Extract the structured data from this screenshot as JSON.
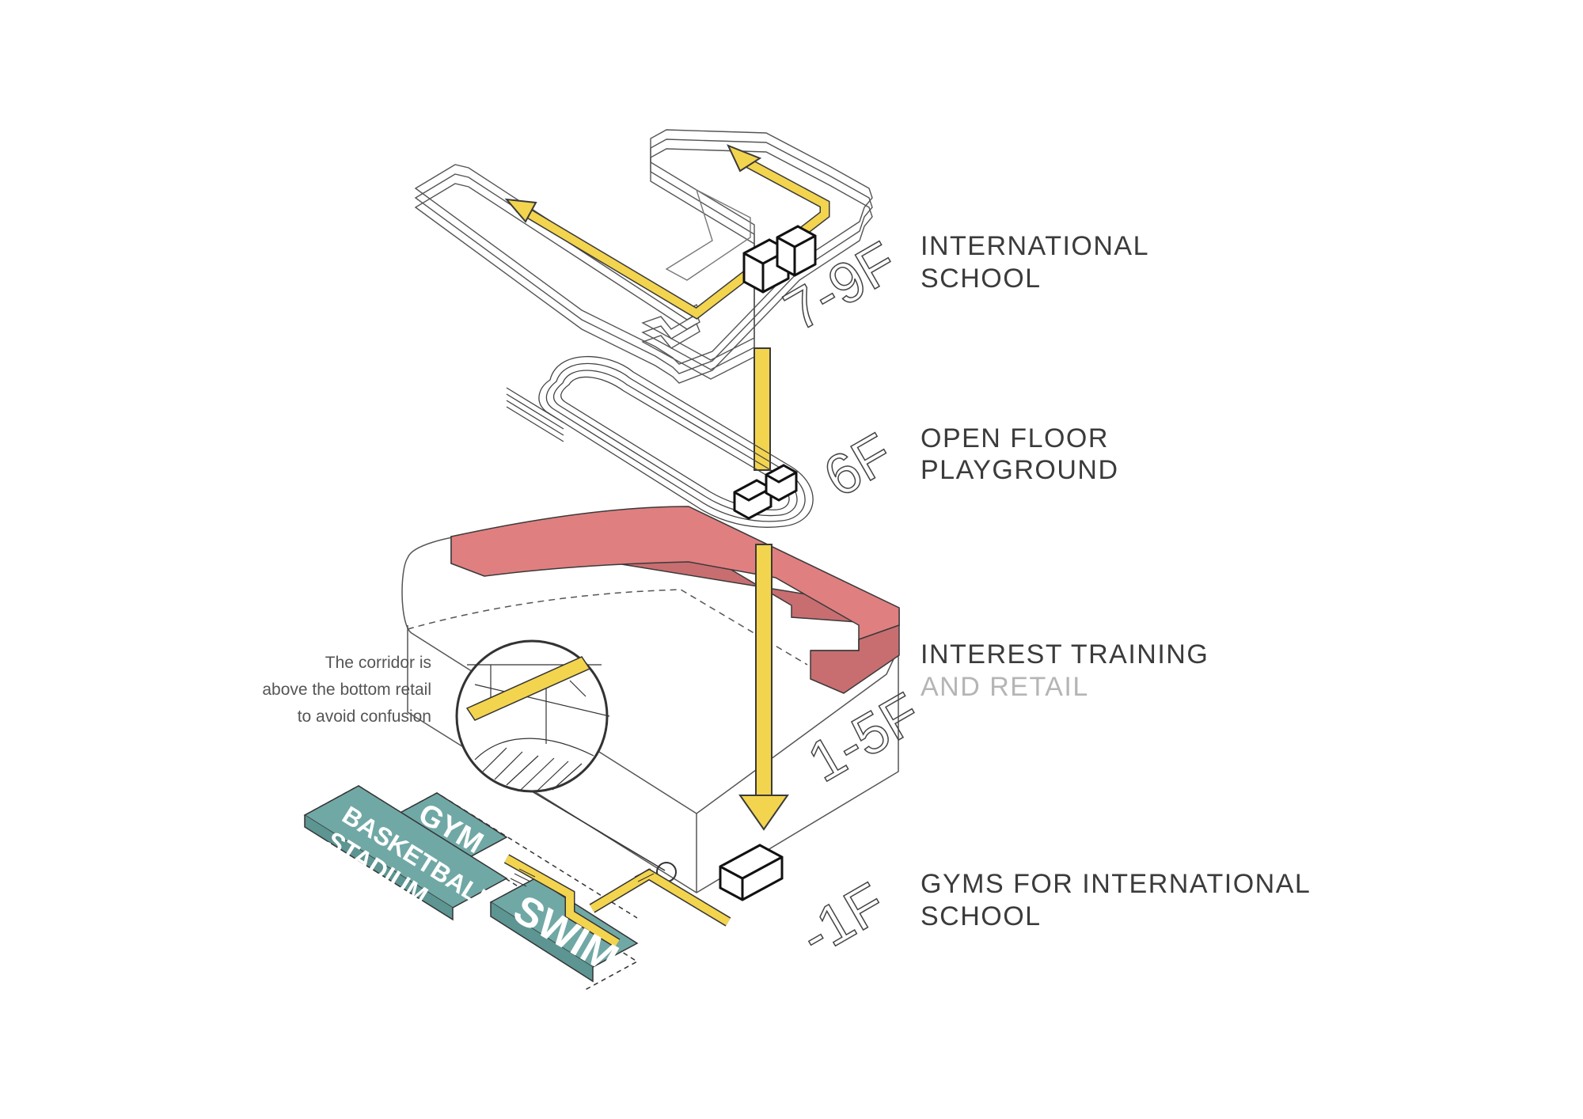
{
  "levels": {
    "school": "7-9F",
    "playground": "6F",
    "retail": "1-5F",
    "basement": "-1F"
  },
  "labels": {
    "school": {
      "line1": "INTERNATIONAL",
      "line2": "SCHOOL"
    },
    "playground": {
      "line1": "OPEN FLOOR",
      "line2": "PLAYGROUND"
    },
    "training": {
      "line1": "INTEREST TRAINING",
      "line2": "AND RETAIL"
    },
    "gyms": {
      "line1": "GYMS FOR INTERNATIONAL",
      "line2": "SCHOOL"
    }
  },
  "annotation": {
    "line1": "The corridor is",
    "line2": "above the bottom retail",
    "line3": "to avoid confusion"
  },
  "rooms": {
    "gym": "GYM",
    "basketball": "BASKETBALL",
    "stadium": "STADIUM",
    "swim": "SWIM"
  },
  "colors": {
    "circulation": "#f3d44f",
    "corridor": "#e07f80",
    "sports": "#70a8a5",
    "line": "#3a3a3a",
    "label_dark": "#3b3b3b",
    "label_light": "#b5b5b5"
  }
}
